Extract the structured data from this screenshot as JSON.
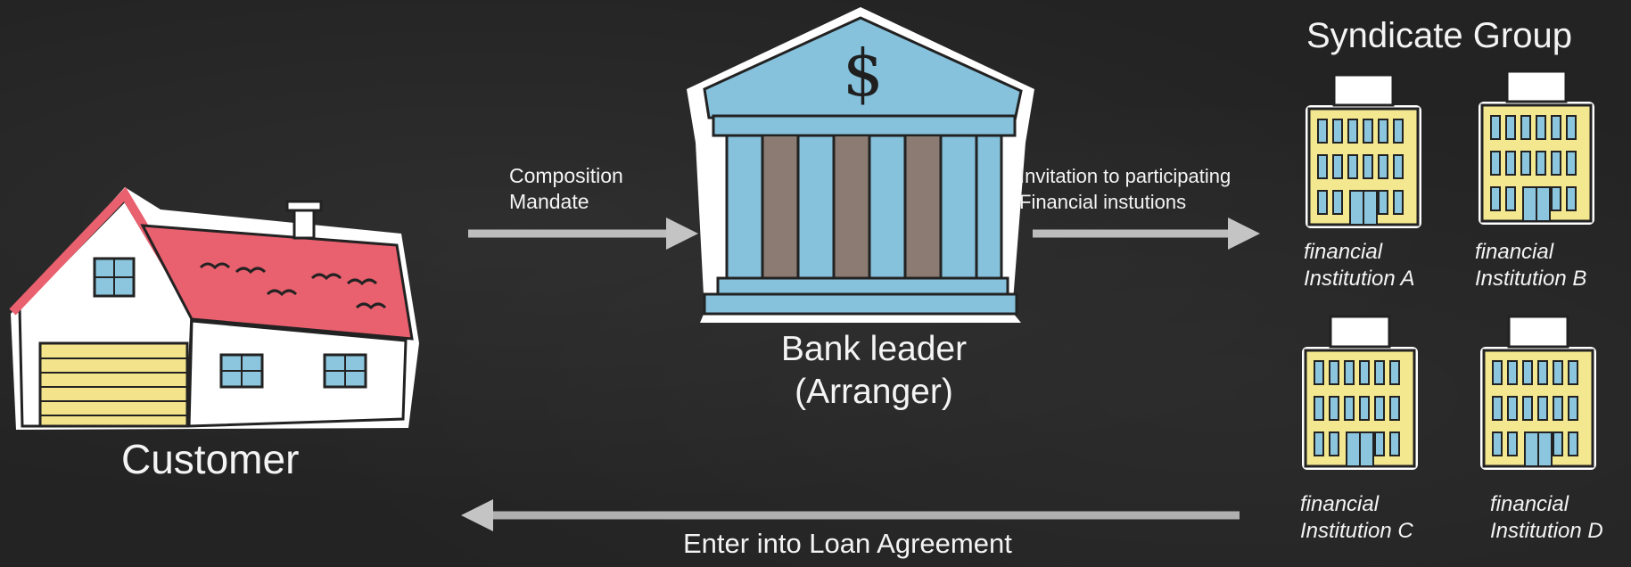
{
  "customer": {
    "label": "Customer"
  },
  "bank": {
    "label": "Bank leader\n(Arranger)",
    "symbol": "$"
  },
  "syndicate": {
    "title": "Syndicate Group"
  },
  "arrows": {
    "to_bank": "Composition\nMandate",
    "to_syndicate": "Invitation to participating\nFinancial instutions",
    "back_to_customer": "Enter into Loan Agreement"
  },
  "institutions": [
    {
      "label": "financial\nInstitution A"
    },
    {
      "label": "financial\nInstitution B"
    },
    {
      "label": "financial\nInstitution C"
    },
    {
      "label": "financial\nInstitution D"
    }
  ],
  "colors": {
    "background": "#232323",
    "roof": "#e9606e",
    "garage": "#f3e38a",
    "bank": "#86c2dc",
    "columns_inner": "#8b7b72",
    "building": "#f3e78f",
    "window": "#8cc6de",
    "arrow": "#bdbdbd"
  }
}
